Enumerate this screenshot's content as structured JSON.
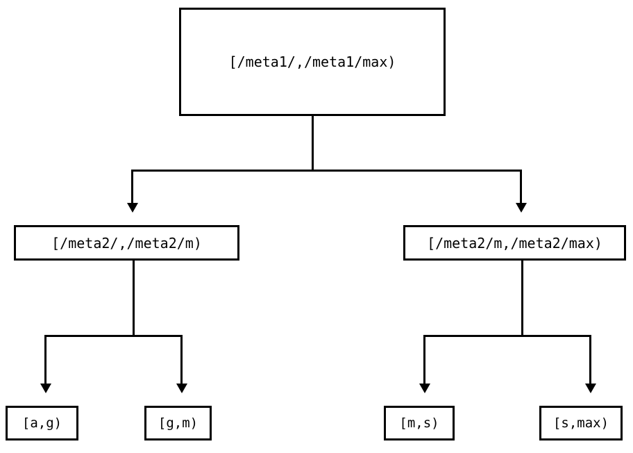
{
  "diagram": {
    "type": "tree",
    "title": "",
    "background_color": "#ffffff",
    "line_color": "#000000",
    "nodes": {
      "root": {
        "label": "[/meta1/,/meta1/max)"
      },
      "mid_left": {
        "label": "[/meta2/,/meta2/m)"
      },
      "mid_right": {
        "label": "[/meta2/m,/meta2/max)"
      },
      "leaf_1": {
        "label": "[a,g)"
      },
      "leaf_2": {
        "label": "[g,m)"
      },
      "leaf_3": {
        "label": "[m,s)"
      },
      "leaf_4": {
        "label": "[s,max)"
      }
    },
    "edges": [
      {
        "from": "root",
        "to": "mid_left",
        "arrowhead": "filled-triangle-down"
      },
      {
        "from": "root",
        "to": "mid_right",
        "arrowhead": "filled-triangle-down"
      },
      {
        "from": "mid_left",
        "to": "leaf_1",
        "arrowhead": "filled-triangle-down"
      },
      {
        "from": "mid_left",
        "to": "leaf_2",
        "arrowhead": "filled-triangle-down"
      },
      {
        "from": "mid_right",
        "to": "leaf_3",
        "arrowhead": "filled-triangle-down"
      },
      {
        "from": "mid_right",
        "to": "leaf_4",
        "arrowhead": "filled-triangle-down"
      }
    ]
  }
}
